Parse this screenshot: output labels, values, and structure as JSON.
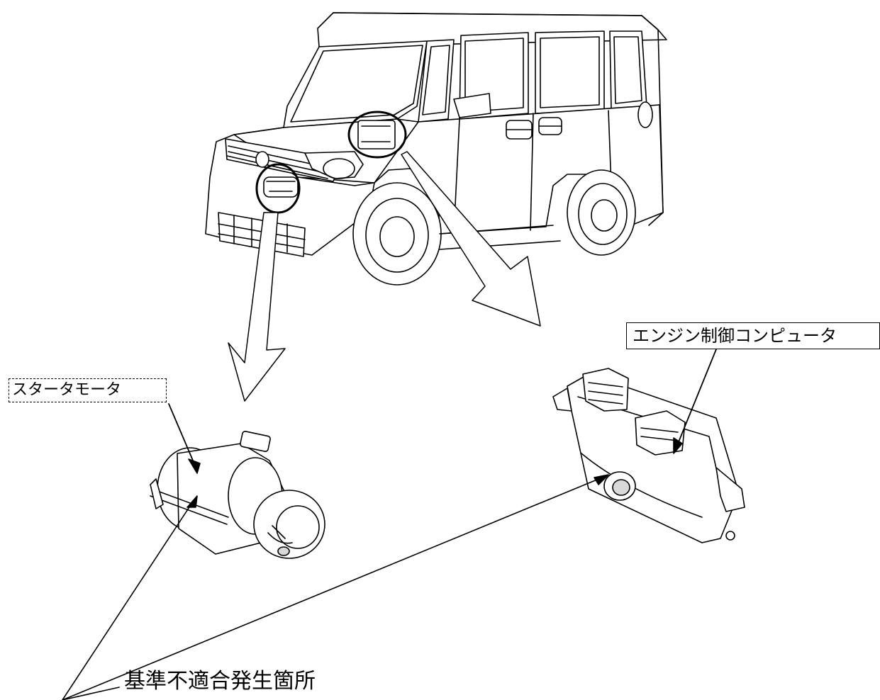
{
  "labels": {
    "starter_motor": "スタータモータ",
    "engine_ecu": "エンジン制御コンピュータ",
    "nonconformity_location": "基準不適合発生箇所"
  },
  "colors": {
    "line": "#000000",
    "background": "#ffffff",
    "body_fill": "#ffffff",
    "part_shade": "#d9d9d9"
  }
}
